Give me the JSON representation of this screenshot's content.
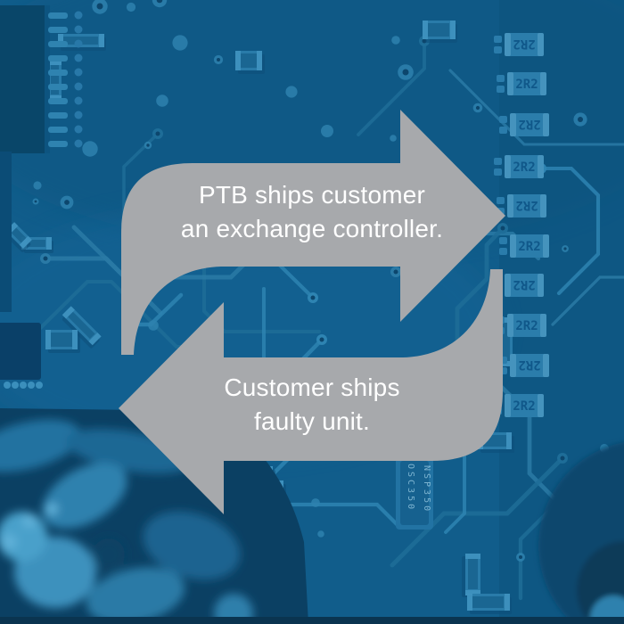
{
  "colors": {
    "arrow_gray": "#a7a9ac",
    "board_blue": "#115d8b",
    "board_blue_dark": "#0a4a72",
    "board_blue_light": "#2e81ae",
    "label_text": "#ffffff"
  },
  "cycle_diagram": {
    "top_arrow": {
      "direction": "right",
      "label_lines": [
        "PTB ships customer",
        "an exchange controller."
      ]
    },
    "bottom_arrow": {
      "direction": "left",
      "label_lines": [
        "Customer ships",
        "faulty unit."
      ]
    }
  },
  "background": {
    "type": "blue-circuit-board-photo",
    "resistor_label": "2R2",
    "ic_label_vertical_1": "NSP350",
    "ic_label_vertical_2": "OSC350"
  }
}
